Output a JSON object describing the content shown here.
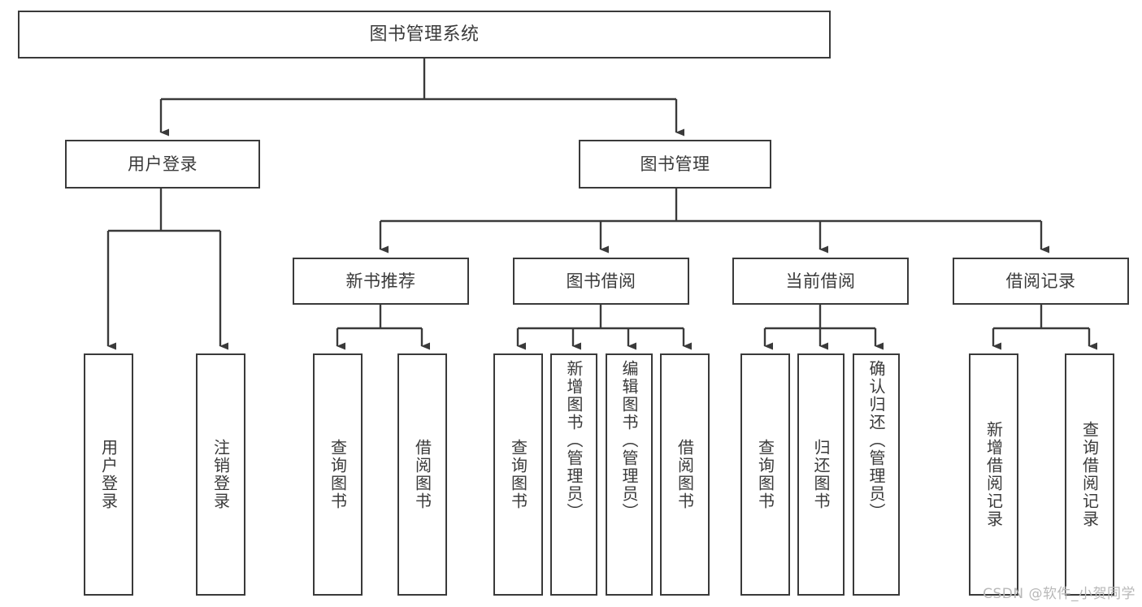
{
  "diagram": {
    "title": "图书管理系统",
    "type": "tree",
    "watermark": "CSDN @软件_小贺同学",
    "colors": {
      "box_border": "#3a3a3a",
      "box_fill": "#ffffff",
      "edge": "#3a3a3a",
      "text": "#3a3a3a",
      "watermark": "#b8b8b8",
      "background": "#ffffff"
    },
    "levels": {
      "root": {
        "label": "图书管理系统"
      },
      "level2": [
        {
          "id": "user-login",
          "label": "用户登录"
        },
        {
          "id": "book-manage",
          "label": "图书管理"
        }
      ],
      "level3": [
        {
          "id": "new-book-recommend",
          "label": "新书推荐",
          "parent": "book-manage"
        },
        {
          "id": "book-borrow",
          "label": "图书借阅",
          "parent": "book-manage"
        },
        {
          "id": "current-borrow",
          "label": "当前借阅",
          "parent": "book-manage"
        },
        {
          "id": "borrow-record",
          "label": "借阅记录",
          "parent": "book-manage"
        }
      ],
      "leaves": [
        {
          "id": "leaf-1",
          "label": "用户登录",
          "parent": "user-login"
        },
        {
          "id": "leaf-2",
          "label": "注销登录",
          "parent": "user-login"
        },
        {
          "id": "leaf-3",
          "label": "查询图书",
          "parent": "new-book-recommend"
        },
        {
          "id": "leaf-4",
          "label": "借阅图书",
          "parent": "new-book-recommend"
        },
        {
          "id": "leaf-5",
          "label": "查询图书",
          "parent": "book-borrow"
        },
        {
          "id": "leaf-6",
          "label": "新增图书（管理员）",
          "parent": "book-borrow"
        },
        {
          "id": "leaf-7",
          "label": "编辑图书（管理员）",
          "parent": "book-borrow"
        },
        {
          "id": "leaf-8",
          "label": "借阅图书",
          "parent": "book-borrow"
        },
        {
          "id": "leaf-9",
          "label": "查询图书",
          "parent": "current-borrow"
        },
        {
          "id": "leaf-10",
          "label": "归还图书",
          "parent": "current-borrow"
        },
        {
          "id": "leaf-11",
          "label": "确认归还（管理员）",
          "parent": "current-borrow"
        },
        {
          "id": "leaf-12",
          "label": "新增借阅记录",
          "parent": "borrow-record"
        },
        {
          "id": "leaf-13",
          "label": "查询借阅记录",
          "parent": "borrow-record"
        }
      ]
    }
  }
}
